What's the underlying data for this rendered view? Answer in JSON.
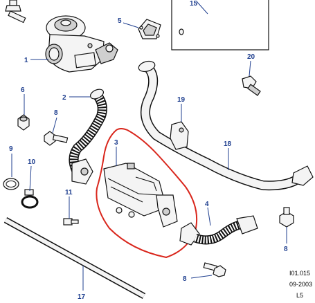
{
  "callouts": {
    "c1": "1",
    "c2": "2",
    "c3": "3",
    "c4": "4",
    "c5": "5",
    "c6": "6",
    "c8a": "8",
    "c8b": "8",
    "c8c": "8",
    "c9": "9",
    "c10": "10",
    "c11": "11",
    "c15": "15",
    "c17": "17",
    "c18": "18",
    "c19": "19",
    "c20": "20"
  },
  "footer": {
    "ref": "I01.015",
    "date": "09-2003",
    "code": "L5"
  },
  "colors": {
    "callout": "#1f3f8f",
    "highlight": "#d9261c",
    "outline": "#111111"
  }
}
